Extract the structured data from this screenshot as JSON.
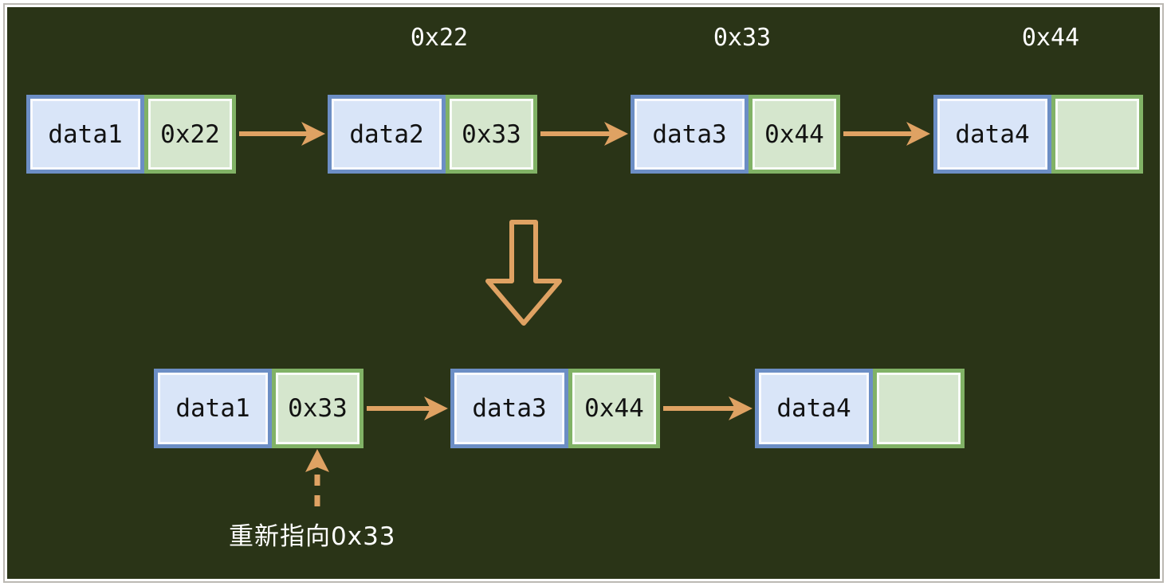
{
  "colors": {
    "background": "#2a3417",
    "arrow_orange": "#dfa263",
    "data_cell_fill": "#d9e5f8",
    "data_cell_border": "#6c8ec5",
    "pointer_cell_fill": "#d5e6cd",
    "pointer_cell_border": "#81b266",
    "label_text": "#ffffff",
    "node_text": "#121212",
    "frame_white": "#ffffff",
    "frame_gray": "#bcb9b3"
  },
  "top_list": {
    "address_labels": [
      "0x22",
      "0x33",
      "0x44"
    ],
    "nodes": [
      {
        "data": "data1",
        "pointer": "0x22"
      },
      {
        "data": "data2",
        "pointer": "0x33"
      },
      {
        "data": "data3",
        "pointer": "0x44"
      },
      {
        "data": "data4",
        "pointer": ""
      }
    ]
  },
  "bottom_list": {
    "nodes": [
      {
        "data": "data1",
        "pointer": "0x33"
      },
      {
        "data": "data3",
        "pointer": "0x44"
      },
      {
        "data": "data4",
        "pointer": ""
      }
    ]
  },
  "annotation": {
    "label": "重新指向0x33"
  }
}
